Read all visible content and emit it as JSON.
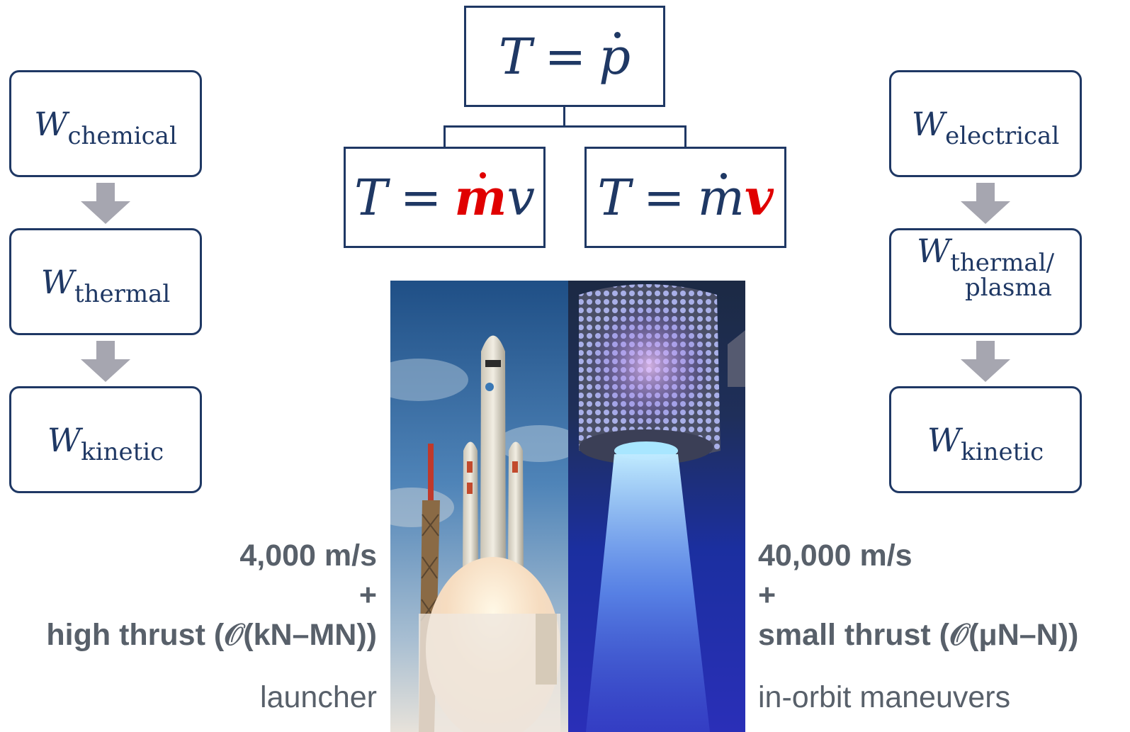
{
  "top_equation": {
    "lhs": "T",
    "op": "=",
    "rhs": "p"
  },
  "left_equation": {
    "lhs": "T",
    "op": "=",
    "m": "m",
    "v": "v",
    "highlight": "m",
    "highlight_color": "#e00000"
  },
  "right_equation": {
    "lhs": "T",
    "op": "=",
    "m": "m",
    "v": "v",
    "highlight": "v",
    "highlight_color": "#e00000"
  },
  "left_chain": [
    {
      "symbol": "W",
      "sub": "chemical"
    },
    {
      "symbol": "W",
      "sub": "thermal"
    },
    {
      "symbol": "W",
      "sub": "kinetic"
    }
  ],
  "right_chain": [
    {
      "symbol": "W",
      "sub": "electrical"
    },
    {
      "symbol": "W",
      "sub_line1": "thermal/",
      "sub_line2": "plasma"
    },
    {
      "symbol": "W",
      "sub": "kinetic"
    }
  ],
  "left_caption": {
    "velocity": "4,000 m/s",
    "plus": "+",
    "thrust": "high thrust (𝒪(kN–MN))",
    "label": "launcher"
  },
  "right_caption": {
    "velocity": "40,000 m/s",
    "plus": "+",
    "thrust": "small thrust (𝒪(μN–N))",
    "label": "in-orbit maneuvers"
  },
  "colors": {
    "navy": "#1f3864",
    "arrow_gray": "#a6a6b0",
    "caption_gray": "#58606a",
    "highlight_red": "#e00000"
  }
}
